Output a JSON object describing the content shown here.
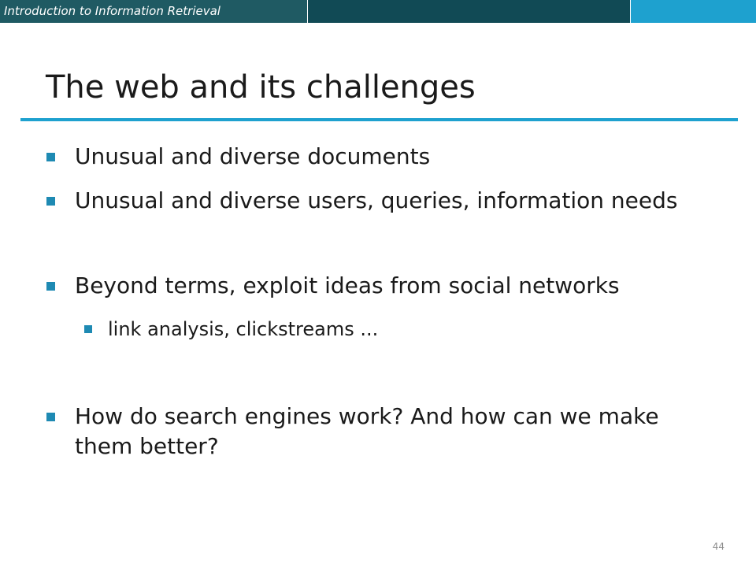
{
  "header": {
    "course_title": "Introduction to Information Retrieval",
    "colors": {
      "left": "#1f5a63",
      "middle": "#114a55",
      "right": "#1ea1cf"
    }
  },
  "slide": {
    "title": "The web and its challenges",
    "accent_color": "#1ea1cf",
    "bullets": [
      {
        "level": 1,
        "text": "Unusual and diverse documents"
      },
      {
        "level": 1,
        "text": "Unusual and diverse users, queries, information needs"
      },
      {
        "level": 1,
        "text": "Beyond terms, exploit ideas from social networks"
      },
      {
        "level": 2,
        "text": "link analysis, clickstreams ..."
      },
      {
        "level": 1,
        "text": "How do search engines work?  And how can we make them better?"
      }
    ],
    "page_number": "44"
  }
}
